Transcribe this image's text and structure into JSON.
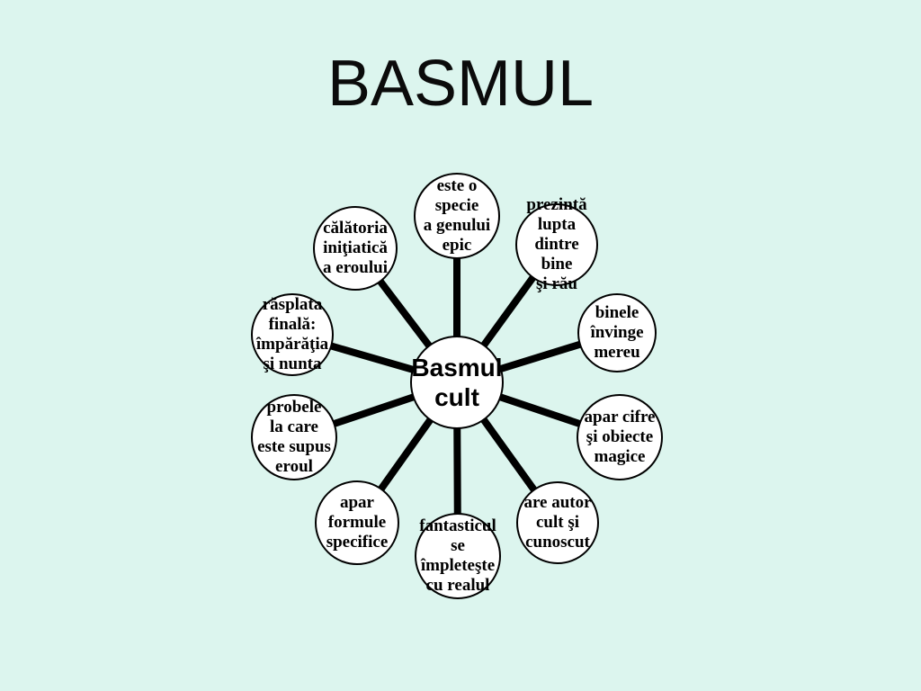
{
  "page": {
    "title": "BASMUL",
    "background_color": "#dcf5ee",
    "line_color": "#000000",
    "node_fill": "#ffffff"
  },
  "diagram": {
    "center": {
      "label": "Basmul\ncult"
    },
    "nodes": [
      {
        "id": "specie-gen-epic",
        "label": "este o\nspecie\na genului\nepic"
      },
      {
        "id": "lupta-bine-rau",
        "label": "prezintă\nlupta\ndintre bine\nşi rău"
      },
      {
        "id": "binele-invinge",
        "label": "binele\nînvinge\nmereu"
      },
      {
        "id": "cifre-obiecte",
        "label": "apar cifre\nşi obiecte\nmagice"
      },
      {
        "id": "autor-cult",
        "label": "are autor\ncult şi\ncunoscut"
      },
      {
        "id": "fantastic-real",
        "label": "fantasticul\nse\nîmpleteşte\ncu realul"
      },
      {
        "id": "formule-specifice",
        "label": "apar\nformule\nspecifice"
      },
      {
        "id": "probele-eroului",
        "label": "probele\nla care\neste supus\neroul"
      },
      {
        "id": "rasplata-finala",
        "label": "răsplata\nfinală:\nîmpărăţia\nşi nunta"
      },
      {
        "id": "calatoria-init",
        "label": "călătoria\niniţiatică\na eroului"
      }
    ]
  }
}
